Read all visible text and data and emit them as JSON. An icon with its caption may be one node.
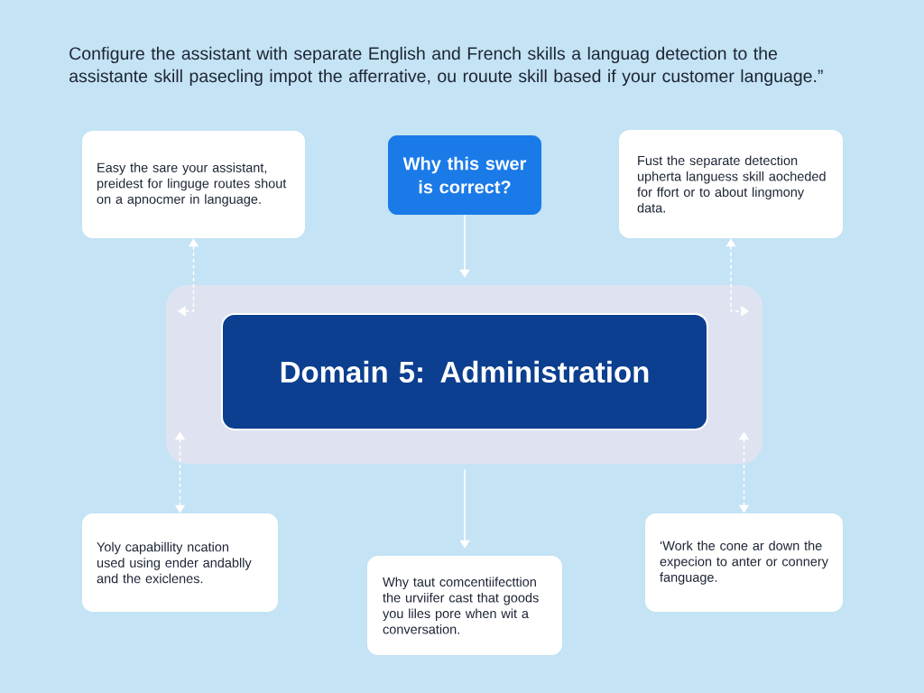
{
  "diagram": {
    "title": "Configure the assistant with separate English and French skills a languag detection to the assistante skill pasecling impot the afferrative, ou rouute skill based if your customer language.”",
    "nodes": [
      {
        "text": [
          "Easy the sare your assistant, preidest for linguge routes shout on a apnocmer in language."
        ]
      },
      {
        "text": [
          "Why this swer is correct?"
        ]
      },
      {
        "text": [
          "Fust the separate detection upherta languess skill aocheded for ffort or to about lingmony data."
        ]
      },
      {
        "text": [],
        "shape": "box"
      },
      {
        "text": [
          "Domain 5: Administration"
        ],
        "in": 3
      },
      {
        "text": [
          "Yoly capabillity ncation used using ender andablly and the exiclenes."
        ]
      },
      {
        "text": [
          "Why taut comcentiifecttion the urviifer cast that goods you liles pore when wit a conversation."
        ]
      },
      {
        "text": [
          "‘Work the cone ar down the expecion to anter or connery fanguage."
        ]
      }
    ],
    "edges": [
      {
        "from": 1,
        "to": 3,
        "arrow": "to"
      },
      {
        "from": 3,
        "to": 6,
        "arrow": "to"
      },
      {
        "from": 0,
        "to": 3,
        "arrow": "both",
        "style": "dashed"
      },
      {
        "from": 2,
        "to": 3,
        "arrow": "both",
        "style": "dashed"
      },
      {
        "from": 3,
        "to": 5,
        "arrow": "both",
        "style": "dashed"
      },
      {
        "from": 3,
        "to": 7,
        "arrow": "both",
        "style": "dashed"
      }
    ]
  }
}
